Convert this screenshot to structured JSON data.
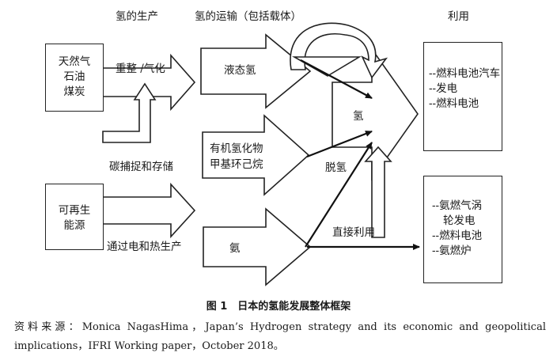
{
  "headers": {
    "production": "氢的生产",
    "transport": "氢的运输（包括载体）",
    "use": "利用"
  },
  "sources": {
    "fossil": [
      "天然气",
      "石油",
      "煤炭"
    ],
    "renewable": [
      "可再生",
      "能源"
    ]
  },
  "process_labels": {
    "reforming": "重整 /气化",
    "ccs": "碳捕捉和存储",
    "electric_heat": "通过电和热生产"
  },
  "carriers": {
    "liquid": "液态氢",
    "organic": [
      "有机氢化物",
      "甲基环己烷"
    ],
    "hydrogen_gas": "氨"
  },
  "hub": {
    "label": "氢"
  },
  "flow_labels": {
    "dehydrogenation": "脱氢",
    "direct_use": "直接利用"
  },
  "uses": {
    "hydrogen": [
      "--燃料电池汽车",
      "--发电",
      "--燃料电池"
    ],
    "ammonia": [
      "--氨燃气涡",
      "轮发电",
      "--燃料电池",
      "--氨燃炉"
    ]
  },
  "caption": "图 1　日本的氢能发展整体框架",
  "source_note": "资料来源：Monica NagasHima，Japan’s Hydrogen strategy and its economic and geopolitical implications，IFRI Working paper，October 2018。"
}
